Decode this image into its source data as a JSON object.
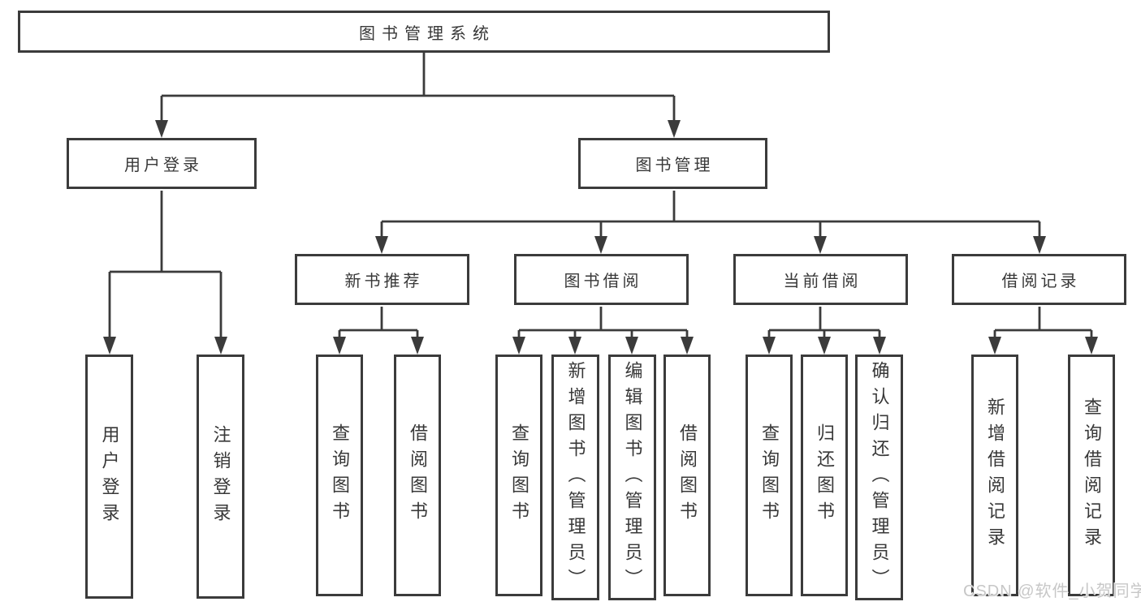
{
  "colors": {
    "line": "#3b3b3b",
    "box_border": "#3b3b3b",
    "text": "#383838",
    "watermark": "#c7c7c7",
    "background": "#ffffff"
  },
  "watermark": {
    "text": "CSDN @软件_小贺同学"
  },
  "tree": {
    "root": {
      "label": "图书管理系统"
    },
    "branches": [
      {
        "label": "用户登录",
        "children": [
          {
            "label": "用户登录"
          },
          {
            "label": "注销登录"
          }
        ]
      },
      {
        "label": "图书管理",
        "children": [
          {
            "label": "新书推荐",
            "children": [
              {
                "label": "查询图书"
              },
              {
                "label": "借阅图书"
              }
            ]
          },
          {
            "label": "图书借阅",
            "children": [
              {
                "label": "查询图书"
              },
              {
                "label": "新增图书（管理员）"
              },
              {
                "label": "编辑图书（管理员）"
              },
              {
                "label": "借阅图书"
              }
            ]
          },
          {
            "label": "当前借阅",
            "children": [
              {
                "label": "查询图书"
              },
              {
                "label": "归还图书"
              },
              {
                "label": "确认归还（管理员）"
              }
            ]
          },
          {
            "label": "借阅记录",
            "children": [
              {
                "label": "新增借阅记录"
              },
              {
                "label": "查询借阅记录"
              }
            ]
          }
        ]
      }
    ]
  }
}
